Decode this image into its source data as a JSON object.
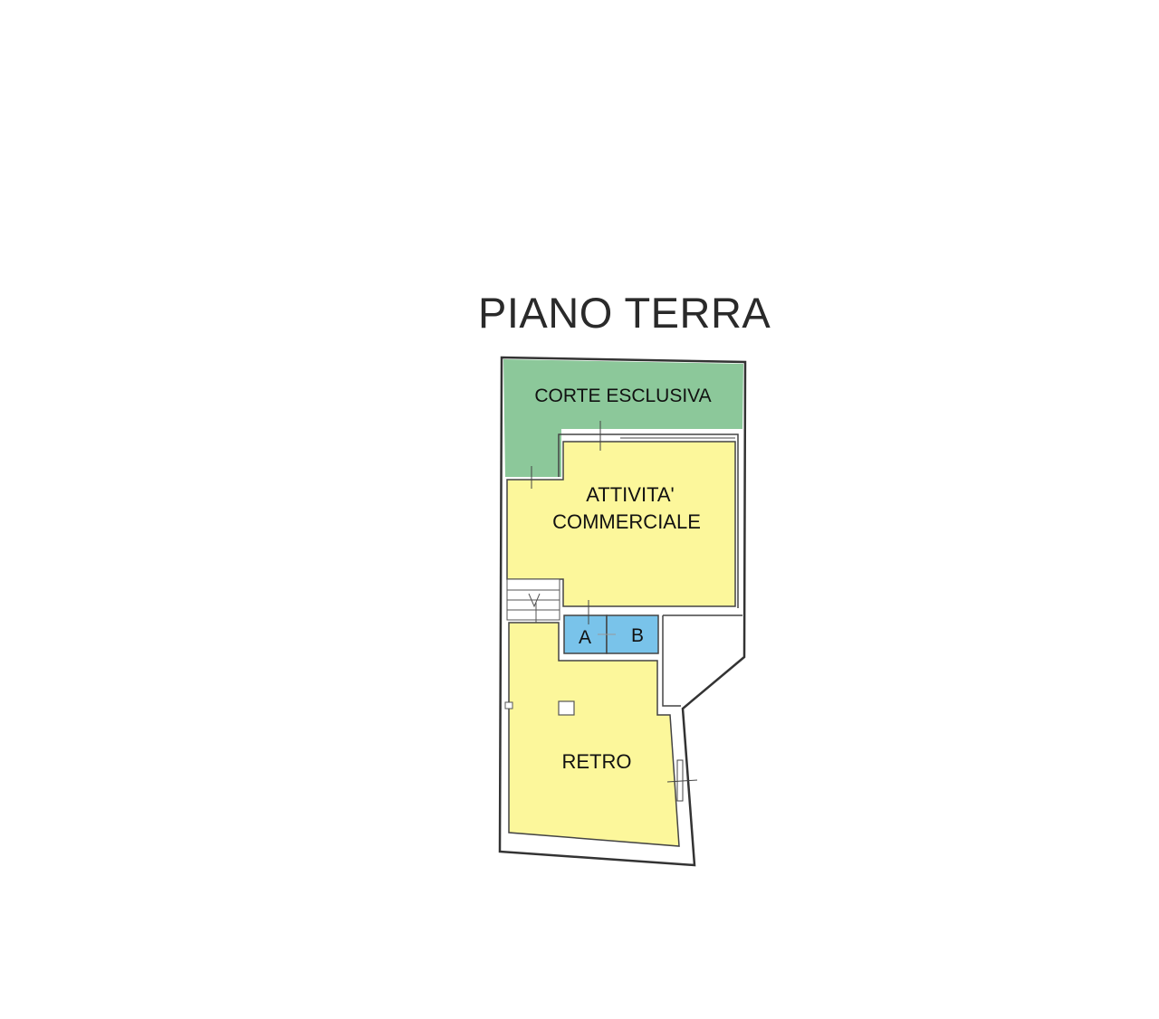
{
  "title": "PIANO TERRA",
  "rooms": {
    "corte": "CORTE ESCLUSIVA",
    "attivita_line1": "ATTIVITA'",
    "attivita_line2": "COMMERCIALE",
    "bath_a": "A",
    "bath_b": "B",
    "retro": "RETRO"
  },
  "colors": {
    "corte": "#8cc89a",
    "commercial": "#fcf79b",
    "bath": "#79c3ea",
    "wall": "#333333"
  }
}
